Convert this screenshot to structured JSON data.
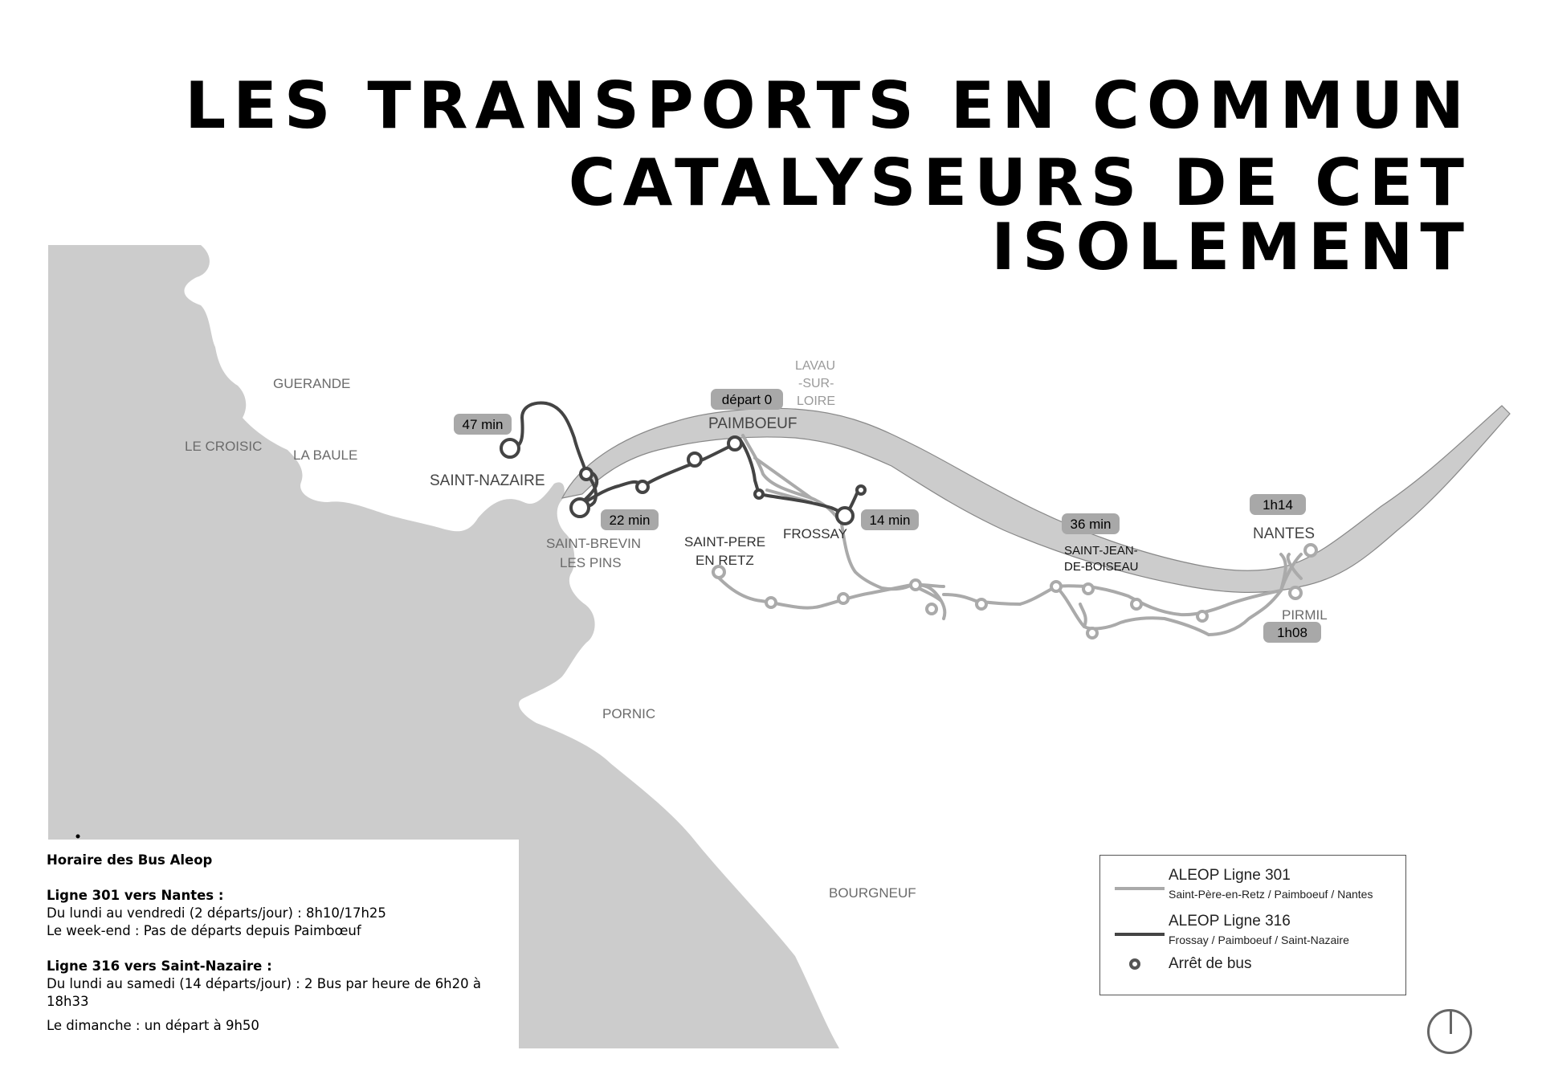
{
  "title": {
    "line1": "LES TRANSPORTS EN COMMUN",
    "line2": "CATALYSEURS DE CET ISOLEMENT"
  },
  "places": {
    "guerande": "GUERANDE",
    "le_croisic": "LE CROISIC",
    "la_baule": "LA BAULE",
    "saint_nazaire": "SAINT-NAZAIRE",
    "saint_brevin_1": "SAINT-BREVIN",
    "saint_brevin_2": "LES PINS",
    "lavau_1": "LAVAU",
    "lavau_2": "-SUR-",
    "lavau_3": "LOIRE",
    "paimboeuf": "PAIMBOEUF",
    "frossay": "FROSSAY",
    "saint_pere_1": "SAINT-PERE",
    "saint_pere_2": "EN RETZ",
    "saint_jean_1": "SAINT-JEAN-",
    "saint_jean_2": "DE-BOISEAU",
    "nantes": "NANTES",
    "pirmil": "PIRMIL",
    "pornic": "PORNIC",
    "bourgneuf": "BOURGNEUF"
  },
  "badges": {
    "depart": "départ 0",
    "saint_nazaire": "47 min",
    "saint_brevin": "22 min",
    "frossay": "14 min",
    "saint_jean": "36 min",
    "nantes": "1h14",
    "pirmil": "1h08"
  },
  "schedule": {
    "heading": "Horaire des Bus Aleop",
    "l301_title": "Ligne 301 vers Nantes :",
    "l301_weekday": "Du lundi au vendredi (2 départs/jour) : 8h10/17h25",
    "l301_weekend": "Le week-end : Pas de départs depuis Paimbœuf",
    "l316_title": "Ligne 316 vers Saint-Nazaire :",
    "l316_weekday": "Du lundi au samedi (14 départs/jour) : 2 Bus par heure de 6h20 à 18h33",
    "l316_sunday": "Le dimanche : un départ à 9h50"
  },
  "legend": {
    "l301_title": "ALEOP Ligne 301",
    "l301_sub": "Saint-Père-en-Retz / Paimboeuf / Nantes",
    "l316_title": "ALEOP Ligne 316",
    "l316_sub": "Frossay / Paimboeuf / Saint-Nazaire",
    "stop": "Arrêt de bus"
  },
  "colors": {
    "land": "#cccccc",
    "river": "#cccccc",
    "line_301": "#aaaaaa",
    "line_316": "#444444",
    "badge": "#a8a8a8"
  }
}
